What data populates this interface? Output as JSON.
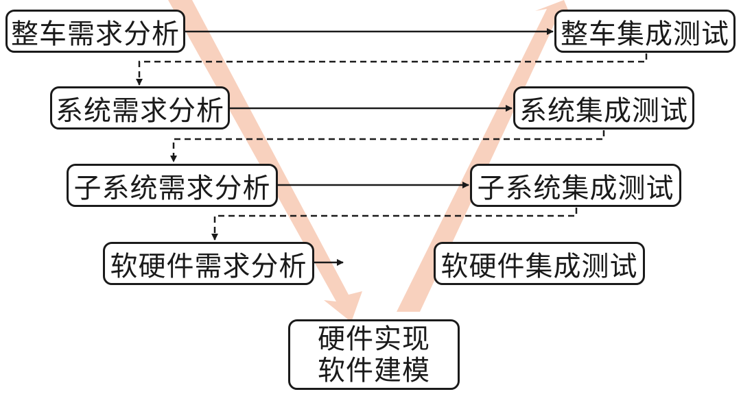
{
  "colors": {
    "v_band": "#f7c9b3",
    "line": "#1a1a1a",
    "box_border": "#1a1a1a"
  },
  "left_column": [
    {
      "label": "整车需求分析"
    },
    {
      "label": "系统需求分析"
    },
    {
      "label": "子系统需求分析"
    },
    {
      "label": "软硬件需求分析"
    }
  ],
  "right_column": [
    {
      "label": "整车集成测试"
    },
    {
      "label": "系统集成测试"
    },
    {
      "label": "子系统集成测试"
    },
    {
      "label": "软硬件集成测试"
    }
  ],
  "bottom": {
    "line1": "硬件实现",
    "line2": "软件建模"
  }
}
